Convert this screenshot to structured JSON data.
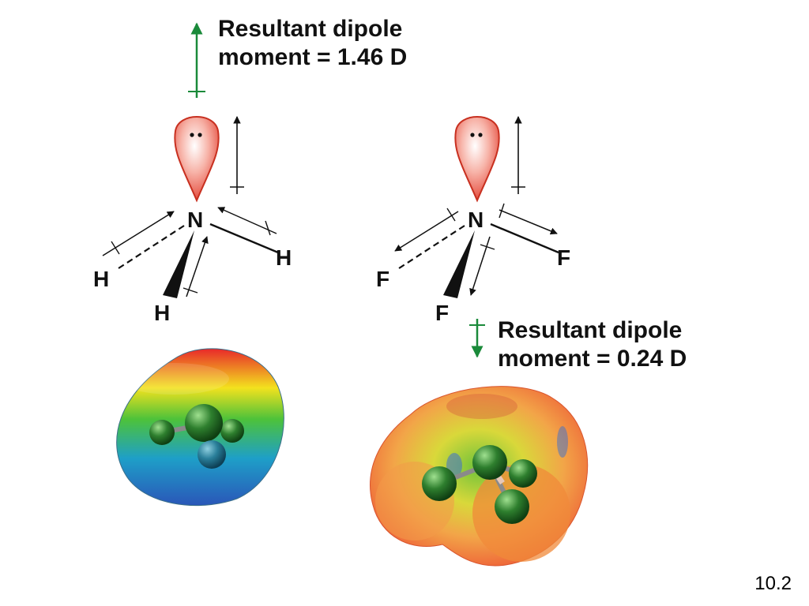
{
  "nh3": {
    "resultant_line1": "Resultant dipole",
    "resultant_line2": "moment = 1.46 D",
    "center_atom": "N",
    "atoms": [
      "H",
      "H",
      "H"
    ]
  },
  "nf3": {
    "resultant_line1": "Resultant dipole",
    "resultant_line2": "moment = 0.24 D",
    "center_atom": "N",
    "atoms": [
      "F",
      "F",
      "F"
    ]
  },
  "colors": {
    "resultant_arrow": "#1a8a3a",
    "lone_pair_fill": "#e8463a",
    "atom_green": "#1f5f1f"
  },
  "page_number": "10.2"
}
